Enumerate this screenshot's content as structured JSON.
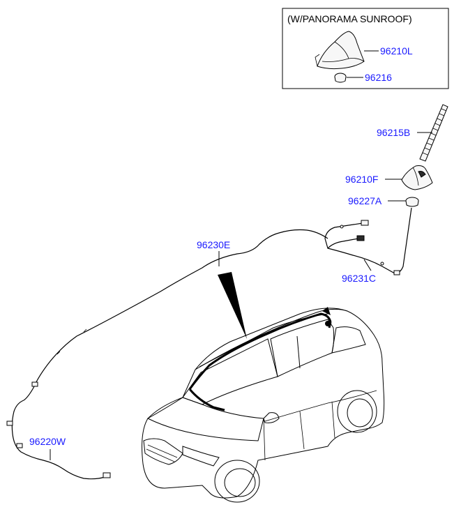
{
  "inset": {
    "title": "(W/PANORAMA SUNROOF)",
    "parts": [
      {
        "part_no": "96210L"
      },
      {
        "part_no": "96216"
      }
    ]
  },
  "parts": {
    "p96215B": "96215B",
    "p96210F": "96210F",
    "p96227A": "96227A",
    "p96231C": "96231C",
    "p96230E": "96230E",
    "p96220W": "96220W"
  },
  "colors": {
    "label_color": "#1a1aff",
    "line_color": "#000000"
  }
}
